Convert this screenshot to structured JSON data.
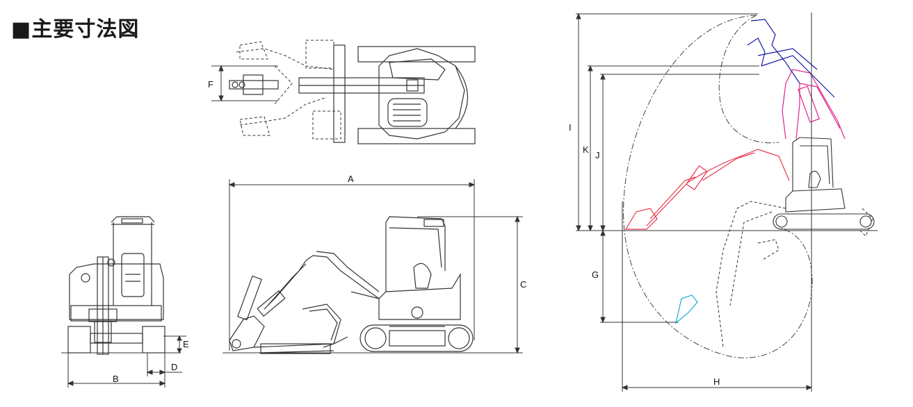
{
  "page": {
    "title": "■主要寸法図"
  },
  "labels": {
    "A": "A",
    "B": "B",
    "C": "C",
    "D": "D",
    "E": "E",
    "F": "F",
    "G": "G",
    "H": "H",
    "I": "I",
    "J": "J",
    "K": "K"
  },
  "colors": {
    "line": "#333333",
    "pink": "#e0218a",
    "blue": "#1a1aa8",
    "cyan": "#22b5d6",
    "red": "#e8344a"
  }
}
